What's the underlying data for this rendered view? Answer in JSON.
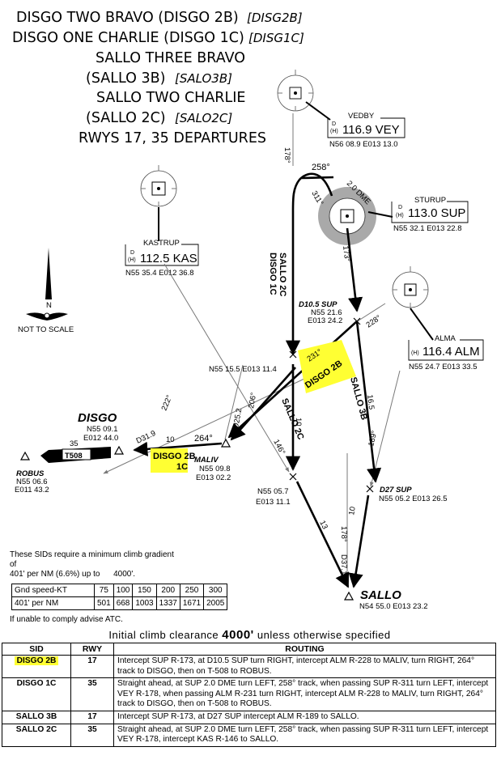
{
  "titles": {
    "line1": "DISGO TWO BRAVO (DISGO 2B)",
    "code1": "[DISG2B]",
    "line2": "DISGO ONE CHARLIE (DISGO 1C)",
    "code2": "[DISG1C]",
    "line3": "SALLO THREE BRAVO",
    "line4": "(SALLO 3B)",
    "code4": "[SALO3B]",
    "line5": "SALLO TWO CHARLIE",
    "line6": "(SALLO 2C)",
    "code6": "[SALO2C]",
    "line7": "RWYS 17, 35 DEPARTURES"
  },
  "navaids": {
    "vedby": {
      "name": "VEDBY",
      "d": "D",
      "h": "(H)",
      "freq": "116.9 VEY",
      "coords": "N56 08.9 E013 13.0"
    },
    "sturup": {
      "name": "STURUP",
      "d": "D",
      "h": "(H)",
      "freq": "113.0 SUP",
      "coords": "N55 32.1 E013 22.8"
    },
    "kastrup": {
      "name": "KASTRUP",
      "d": "D",
      "h": "(H)",
      "freq": "112.5 KAS",
      "coords": "N55 35.4 E012 36.8"
    },
    "alma": {
      "name": "ALMA",
      "h": "(H)",
      "freq": "116.4 ALM",
      "coords": "N55 24.7 E013 33.5"
    }
  },
  "fixes": {
    "d105": {
      "name": "D10.5 SUP",
      "lat": "N55 21.6",
      "lon": "E013 24.2"
    },
    "mid": {
      "text": "N55 15.5 E013 11.4"
    },
    "disgo": {
      "name": "DISGO",
      "lat": "N55 09.1",
      "lon": "E012 44.0"
    },
    "maliv": {
      "name": "MALIV",
      "lat": "N55 09.8",
      "lon": "E013 02.2"
    },
    "robus": {
      "name": "ROBUS",
      "lat": "N55 06.6",
      "lon": "E011 43.2"
    },
    "fix2c": {
      "lat": "N55 05.7",
      "lon": "E013 11.1"
    },
    "d27": {
      "name": "D27 SUP",
      "coords": "N55 05.2 E013 26.5"
    },
    "sallo": {
      "name": "SALLO",
      "coords": "N54 55.0 E013 23.2"
    }
  },
  "labels": {
    "hdg258": "258°",
    "r311": "311°",
    "r173": "173°",
    "r178a": "178°",
    "dme": "2.0 DME",
    "disgo1c_sallo2c": "DISGO 1C",
    "sallo2c_v": "SALLO 2C",
    "r228": "228°",
    "r231": "231°",
    "disgo2b_tag": "DISGO 2B",
    "sallo3b": "SALLO 3B",
    "d165": "16.5",
    "r189": "189°",
    "r222": "222°",
    "d319": "D31.9",
    "r206": "206°",
    "d252": "D25.2",
    "sallo2c_lbl": "SALLO 2C",
    "d10a": "10",
    "r146": "146°",
    "hdg264": "264°",
    "d10b": "10",
    "disgo2b_lbl": "DISGO 2B",
    "one_c": "1C",
    "d35": "35",
    "t508": "T508",
    "d13": "13",
    "d10c": "10",
    "r178b": "178°",
    "d371": "D37.1",
    "north": "N",
    "not_to_scale": "NOT TO SCALE"
  },
  "climb": {
    "line1": "These SIDs require a minimum climb gradient",
    "line2": "of",
    "line3": "401' per NM (6.6%) up to",
    "alt": "4000'.",
    "row1_label": "Gnd speed-KT",
    "speeds": [
      "75",
      "100",
      "150",
      "200",
      "250",
      "300"
    ],
    "row2_label": "401' per NM",
    "rates": [
      "501",
      "668",
      "1003",
      "1337",
      "1671",
      "2005"
    ],
    "advise": "If unable to comply advise ATC."
  },
  "clearance": {
    "pre": "Initial climb clearance",
    "alt": "4000'",
    "post": "unless otherwise specified"
  },
  "routing": {
    "headers": [
      "SID",
      "RWY",
      "ROUTING"
    ],
    "rows": [
      {
        "sid": "DISGO 2B",
        "rwy": "17",
        "routing": "Intercept SUP R-173, at D10.5 SUP turn RIGHT, intercept ALM R-228 to MALIV, turn RIGHT, 264° track to DISGO, then on T-508 to ROBUS."
      },
      {
        "sid": "DISGO 1C",
        "rwy": "35",
        "routing": "Straight ahead, at SUP 2.0 DME turn LEFT, 258° track, when passing SUP R-311 turn LEFT, intercept VEY R-178, when passing ALM R-231 turn RIGHT, intercept ALM R-228 to MALIV, turn RIGHT, 264° track to DISGO, then on T-508 to ROBUS."
      },
      {
        "sid": "SALLO 3B",
        "rwy": "17",
        "routing": "Intercept SUP R-173, at D27 SUP intercept ALM R-189 to SALLO."
      },
      {
        "sid": "SALLO 2C",
        "rwy": "35",
        "routing": "Straight ahead, at SUP 2.0 DME turn LEFT, 258° track, when passing SUP R-311 turn LEFT, intercept VEY R-178, intercept KAS R-146 to SALLO."
      }
    ]
  },
  "colors": {
    "highlight": "#ffff33",
    "thin_line": "#7a7a7a",
    "halo": "#9a9a9a"
  }
}
